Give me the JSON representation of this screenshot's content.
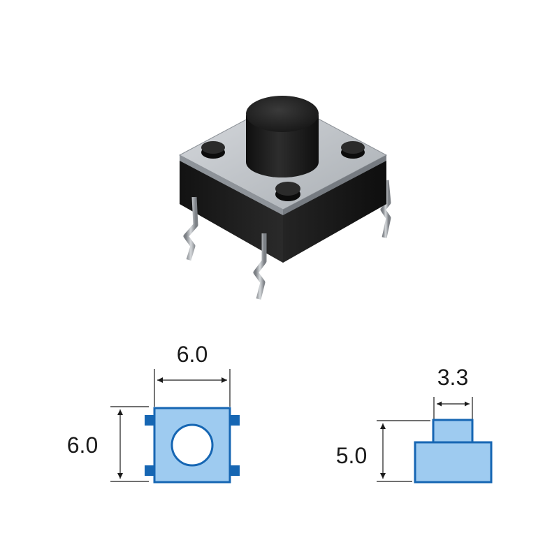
{
  "drawings": {
    "top_view": {
      "width_label": "6.0",
      "height_label": "6.0"
    },
    "side_view": {
      "actuator_width_label": "3.3",
      "height_label": "5.0"
    }
  },
  "colors": {
    "drawing_fill": "#9ecbf0",
    "drawing_stroke": "#1666b3",
    "dimension_line": "#1a1a1a",
    "switch_body": "#1c1c1c",
    "switch_plate": "#bfc4c9",
    "actuator": "#161616",
    "pins": "#9fa3a7"
  }
}
